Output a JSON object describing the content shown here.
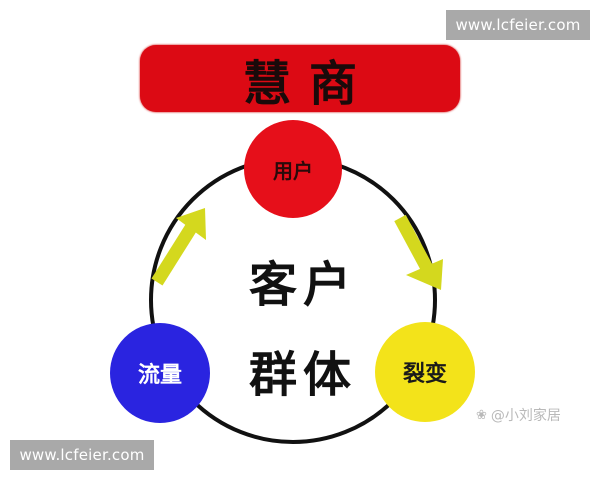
{
  "watermarks": {
    "top_right": "www.lcfeier.com",
    "bottom_left": "www.lcfeier.com"
  },
  "title": "慧商",
  "nodes": {
    "user": {
      "label": "用户",
      "color": "#e60f1a"
    },
    "traffic": {
      "label": "流量",
      "color": "#2a24e0"
    },
    "fission": {
      "label": "裂变",
      "color": "#f3e31a"
    }
  },
  "center": {
    "line1": "客户",
    "line2": "群体"
  },
  "arrows": {
    "color": "#d4d81e",
    "items": [
      {
        "from": "traffic",
        "to": "user",
        "icon": "arrow-up-right-icon"
      },
      {
        "from": "user",
        "to": "fission",
        "icon": "arrow-down-right-icon"
      }
    ]
  },
  "credit": {
    "icon": "paw-icon",
    "text": "@小刘家居"
  },
  "colors": {
    "title_bg": "#dc0a14",
    "ring": "#111111",
    "watermark_bg": "#a9a9a9"
  }
}
